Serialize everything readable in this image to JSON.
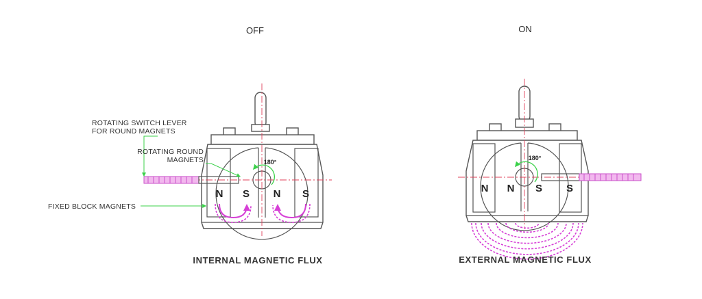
{
  "states": {
    "off": "OFF",
    "on": "ON"
  },
  "callouts": {
    "lever_line1": "ROTATING SWITCH LEVER",
    "lever_line2": "FOR ROUND MAGNETS",
    "round_line1": "ROTATING ROUND",
    "round_line2": "MAGNETS",
    "fixed": "FIXED BLOCK MAGNETS"
  },
  "captions": {
    "off": "INTERNAL MAGNETIC FLUX",
    "on": "EXTERNAL MAGNETIC FLUX"
  },
  "poles": {
    "off": [
      "N",
      "S",
      "N",
      "S"
    ],
    "on": [
      "N",
      "N",
      "S",
      "S"
    ]
  },
  "rotation_angle": "180°",
  "colors": {
    "leader": "#3bd14a",
    "flux": "#d63fd6",
    "centerline": "#e0405a",
    "outline": "#555555"
  }
}
